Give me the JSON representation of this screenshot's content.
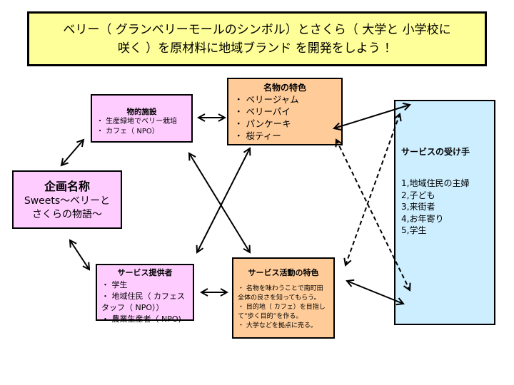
{
  "title": {
    "line1": "ベリー（ グランベリーモールのシンボル）とさくら（ 大学と 小学校に",
    "line2": "咲く ）を原材料に地域ブランド を開発をしよう ！"
  },
  "facility": {
    "heading": "物的施設",
    "items": [
      "・ 生産緑地でベリー栽培",
      "・ カフェ（ NPO）"
    ]
  },
  "meibutsu": {
    "heading": "名物の特色",
    "items": [
      "・ ベリージャム",
      "・ ベリーパイ",
      "・ パンケーキ",
      "・ 桜ティー"
    ]
  },
  "kikaku": {
    "heading": "企画名称",
    "line1": "Sweets〜ベリーと",
    "line2": "さくらの物語〜"
  },
  "receiver": {
    "heading": "サービスの受け手",
    "items": [
      "1,地域住民の主婦",
      "2,子ども",
      "3,来街者",
      "4,お年寄り",
      "5,学生"
    ]
  },
  "provider": {
    "heading": "サービス提供者",
    "items": [
      "・ 学生",
      "・ 地域住民（ カフェス タッフ（ NPO））",
      "・ 農業生産者（ NPO)"
    ]
  },
  "activity": {
    "heading": "サービス活動の特色",
    "items": [
      "・ 名物を味わうことで南町田全体の良さを知ってもらう。",
      "・ 目的地（ カフェ）を目指して”歩く目的”を作る。",
      "・ 大学などを拠点に売る。"
    ]
  },
  "colors": {
    "title_bg": "#ffff99",
    "pink": "#ffccff",
    "peach": "#ffcc99",
    "blue": "#cceeff"
  }
}
